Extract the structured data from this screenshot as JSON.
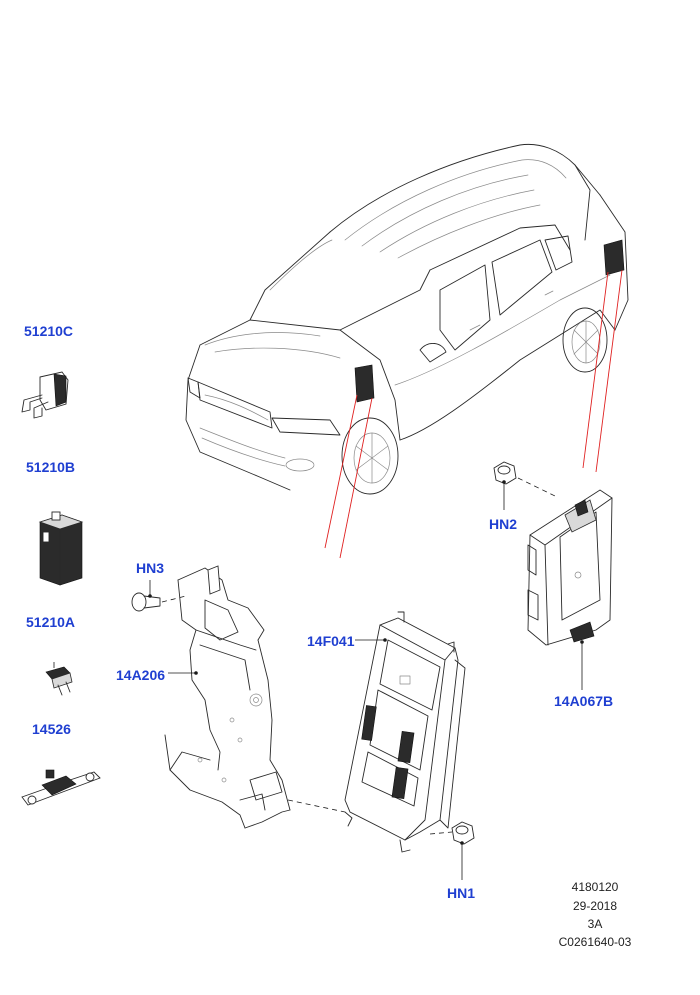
{
  "callouts": {
    "c51210C": "51210C",
    "c51210B": "51210B",
    "c51210A": "51210A",
    "c14526": "14526",
    "cHN3": "HN3",
    "c14A206": "14A206",
    "c14F041": "14F041",
    "cHN2": "HN2",
    "c14A067B": "14A067B",
    "cHN1": "HN1"
  },
  "reference": {
    "part_no": "4180120",
    "date": "29-2018",
    "rev": "3A",
    "code": "C0261640-03"
  },
  "colors": {
    "callout_blue": "#1f3fd1",
    "leader_red": "#e02020",
    "line": "#2a2a2a"
  }
}
